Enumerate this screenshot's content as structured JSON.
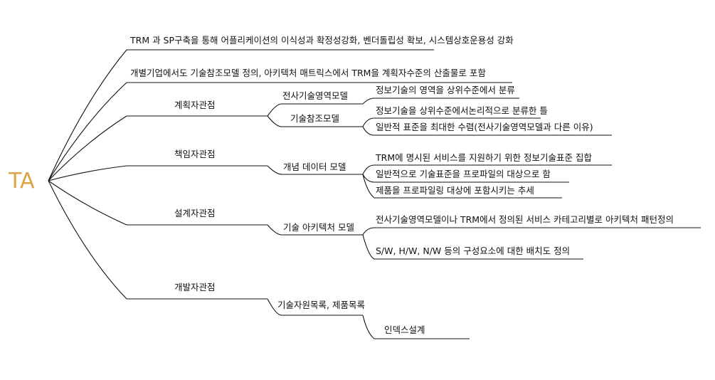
{
  "root": {
    "label": "TA",
    "color": "#d9a441"
  },
  "branches": {
    "b0": "TRM 과 SP구축을 통해 어플리케이션의 이식성과 확정성강화, 벤더돌립성 확보, 시스템상호운용성 강화",
    "b1": "개별기업에서도 기술참조모델 정의, 아키텍처 매트릭스에서 TRM을 계획자수준의 산출물로 포함",
    "plan": {
      "label": "계획자관점",
      "c0": {
        "label": "전사기술영역모델",
        "d0": "정보기술의 영역을 상위수준에서 분류"
      },
      "c1": {
        "label": "기술참조모델",
        "d0": "정보기술을 상위수준에서논리적으로 분류한 틀",
        "d1": "일반적 표준을 최대한 수렴(전사기술영역모델과 다른 이유)"
      }
    },
    "owner": {
      "label": "책임자관점",
      "c0": {
        "label": "개념 데이터 모델",
        "d0": "TRM에 명시된 서비스를 지원하기 위한 정보기술표준 집합",
        "d1": "일반적으로 기술표준을 프로파일의 대상으로 함",
        "d2": "제품을 프로파일링 대상에 포함시키는 추세"
      }
    },
    "design": {
      "label": "설계자관점",
      "c0": {
        "label": "기술 아키텍처 모델",
        "d0": "전사기술영역모델이나 TRM에서 정의된 서비스 카테고리별로 아키텍처 패턴정의",
        "d1": "S/W, H/W, N/W 등의 구성요소에 대한 배치도 정의"
      }
    },
    "dev": {
      "label": "개발자관점",
      "c0": {
        "label": "기술자원목록, 제품목록",
        "d0": "인덱스설계"
      }
    }
  }
}
